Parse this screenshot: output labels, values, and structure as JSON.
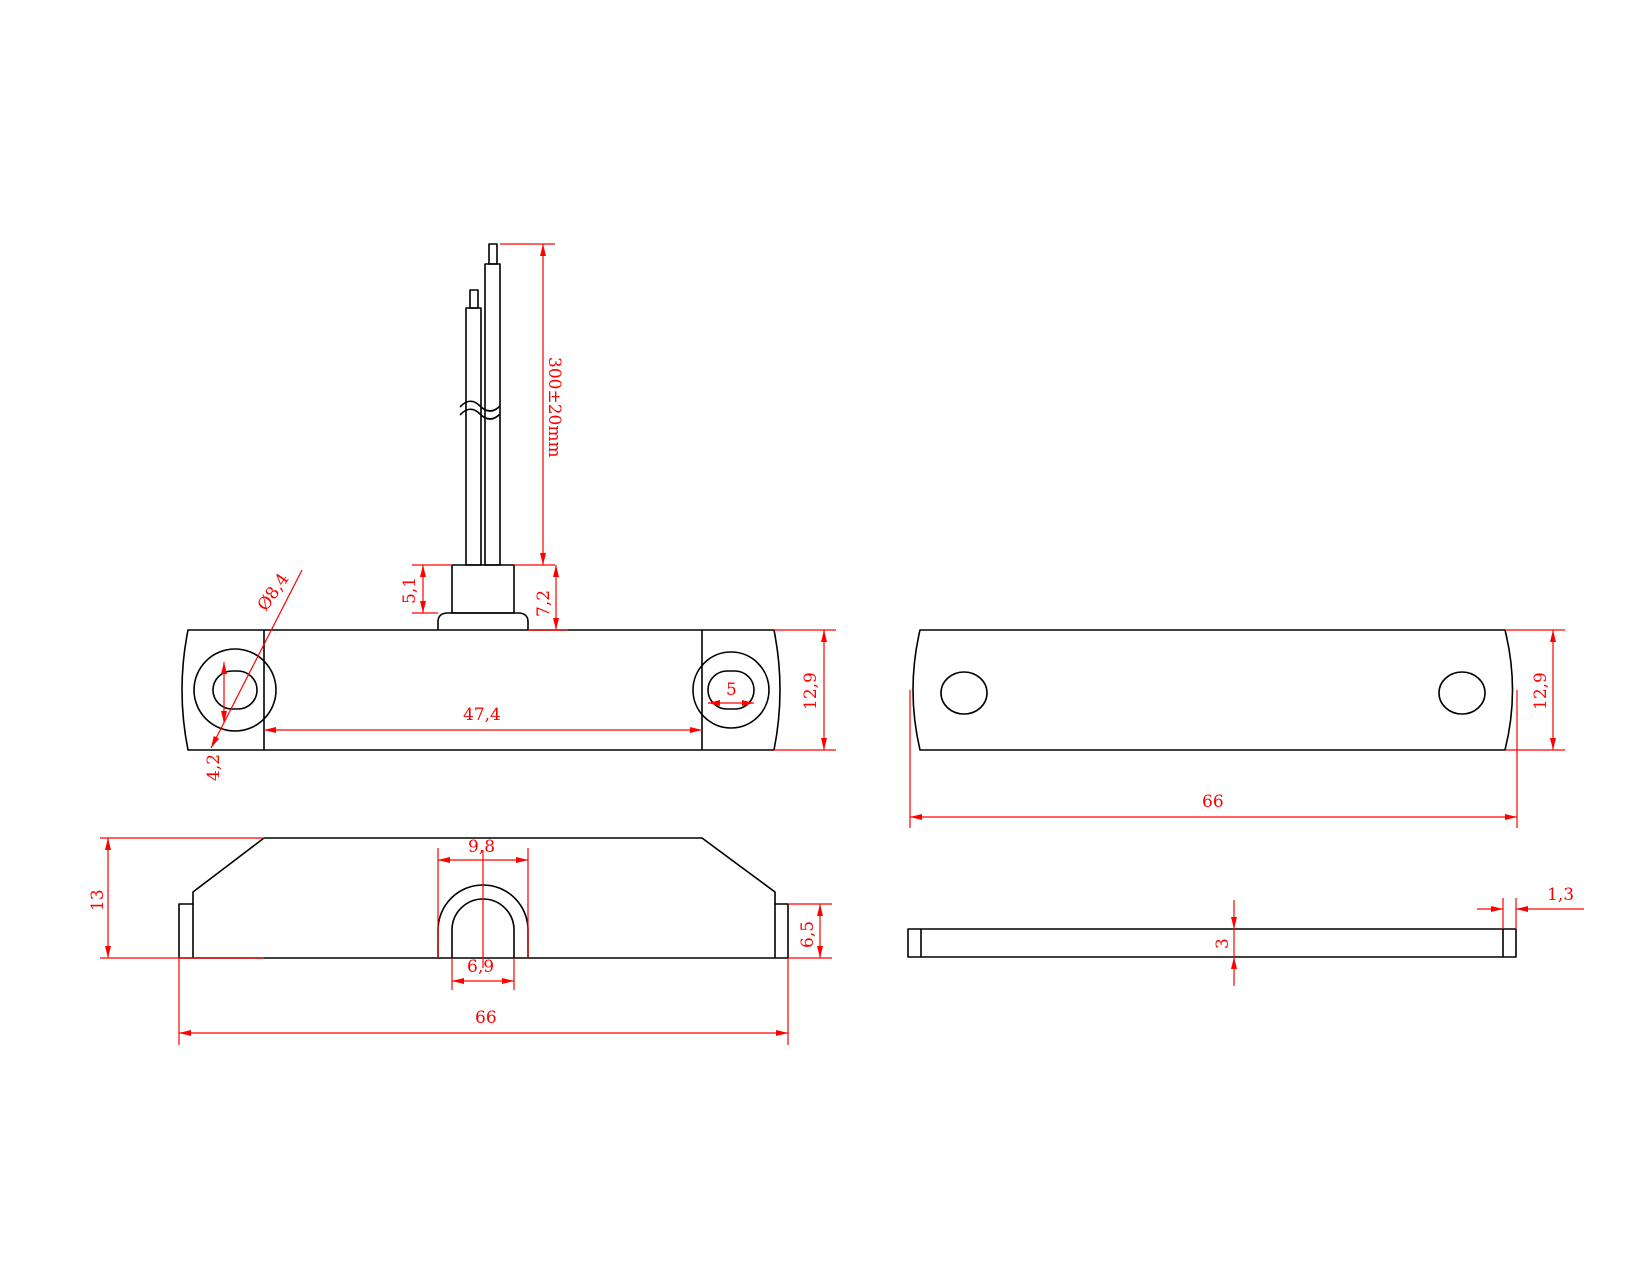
{
  "drawing": {
    "type": "dimensioned technical drawing",
    "views": [
      "sensor-top-view",
      "sensor-side-view",
      "magnet-top-view",
      "magnet-side-view"
    ]
  },
  "colors": {
    "outline": "#000000",
    "dimension": "#ff0000",
    "background": "#ffffff"
  },
  "dimensions": {
    "cable_length": "300±20mm",
    "cable_boot_height": "5,1",
    "cable_boot_total": "7,2",
    "hole_diameter": "Ø8,4",
    "hole_width": "4,2",
    "slot_length": "5",
    "hole_spacing": "47,4",
    "sensor_width": "12,9",
    "sensor_height": "13",
    "boot_outer": "9,8",
    "boot_inner": "6,9",
    "end_height": "6,5",
    "sensor_length": "66",
    "magnet_width": "12,9",
    "magnet_length": "66",
    "magnet_thickness": "3",
    "magnet_end": "1,3"
  }
}
